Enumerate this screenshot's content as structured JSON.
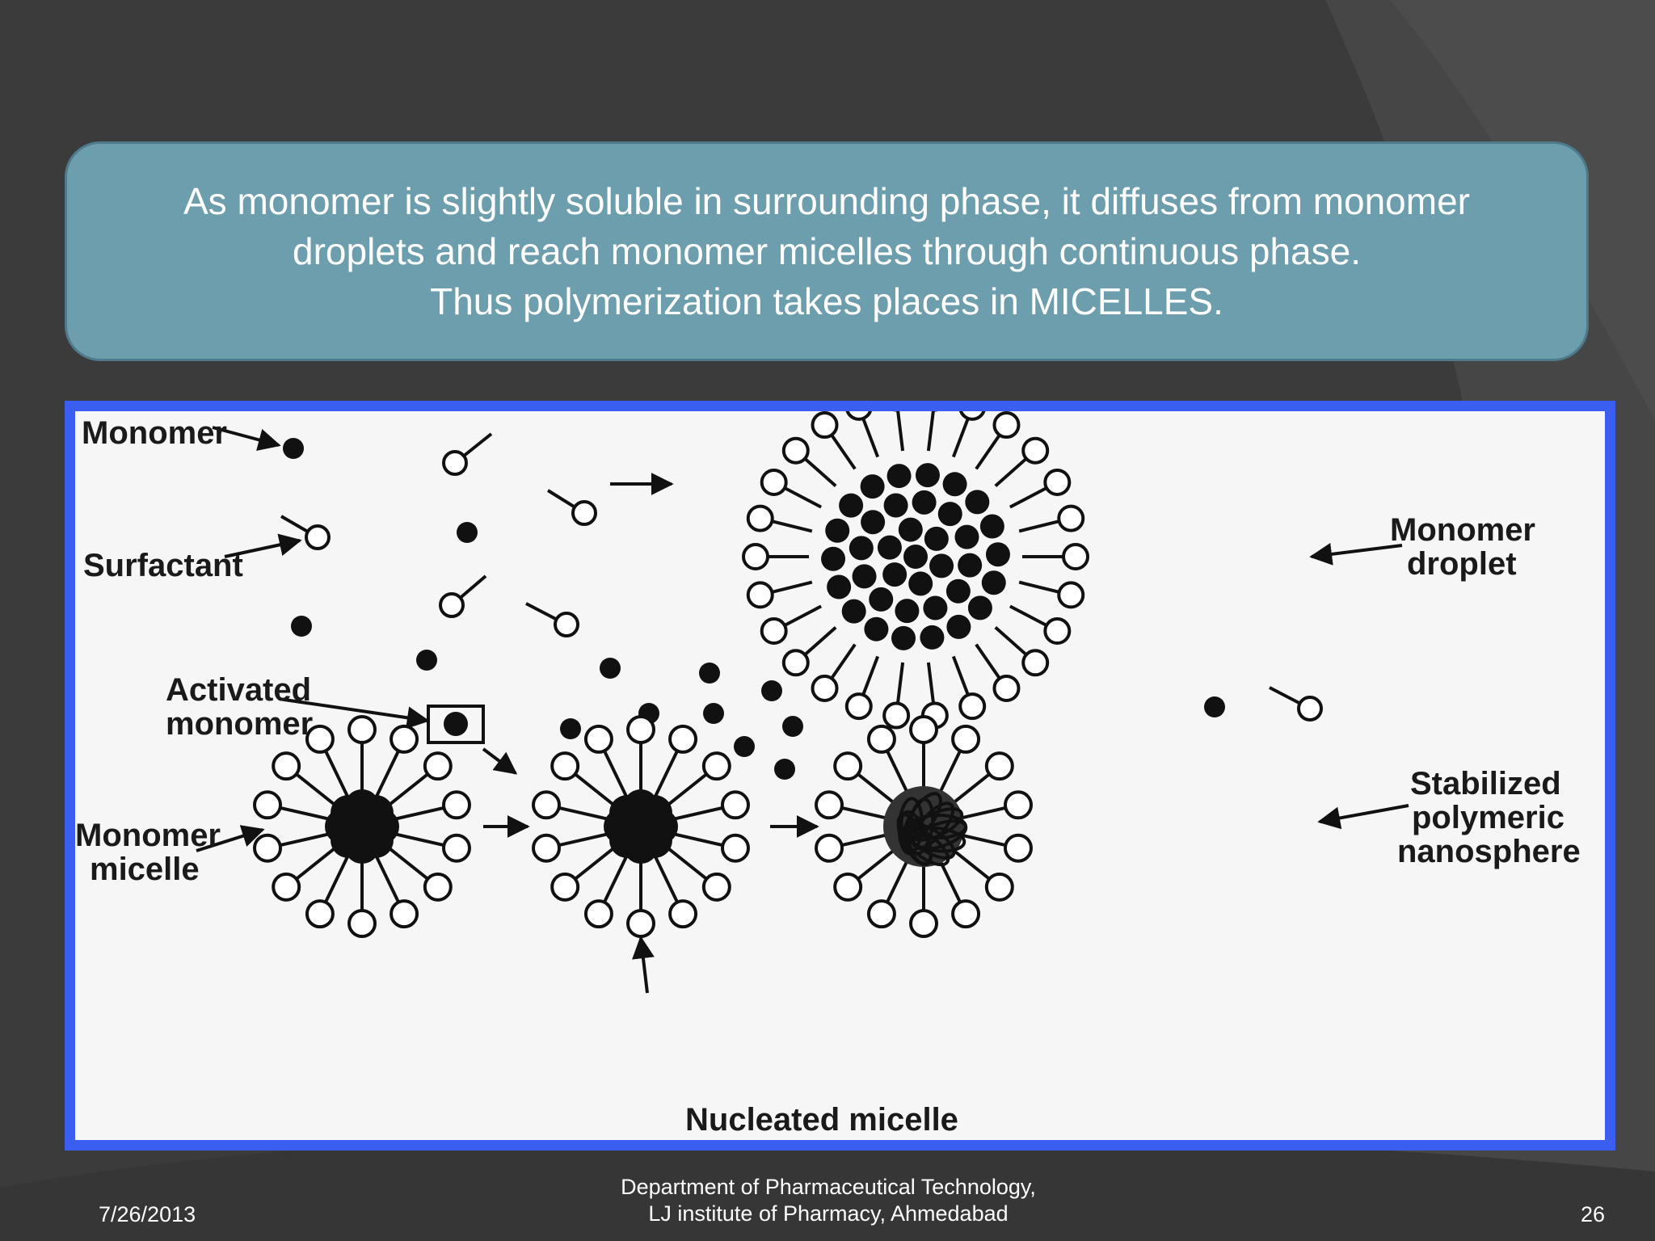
{
  "callout": {
    "lines": [
      "As monomer is slightly soluble in surrounding phase, it diffuses from monomer",
      "droplets and reach monomer micelles through continuous phase.",
      "Thus polymerization takes places in MICELLES."
    ]
  },
  "diagram": {
    "labels": {
      "monomer": "Monomer",
      "surfactant": "Surfactant",
      "activated_1": "Activated",
      "activated_2": "monomer",
      "monomer_micelle_1": "Monomer",
      "monomer_micelle_2": "micelle",
      "monomer_droplet_1": "Monomer",
      "monomer_droplet_2": "droplet",
      "stabilized_1": "Stabilized",
      "stabilized_2": "polymeric",
      "stabilized_3": "nanosphere",
      "nucleated_micelle": "Nucleated micelle"
    }
  },
  "footer": {
    "date": "7/26/2013",
    "dept_line1": "Department of Pharmaceutical Technology,",
    "dept_line2": "LJ institute of Pharmacy, Ahmedabad",
    "page": "26"
  },
  "colors": {
    "background": "#3b3b3c",
    "callout": "#6c9eae",
    "frame": "#3a5ef0"
  }
}
